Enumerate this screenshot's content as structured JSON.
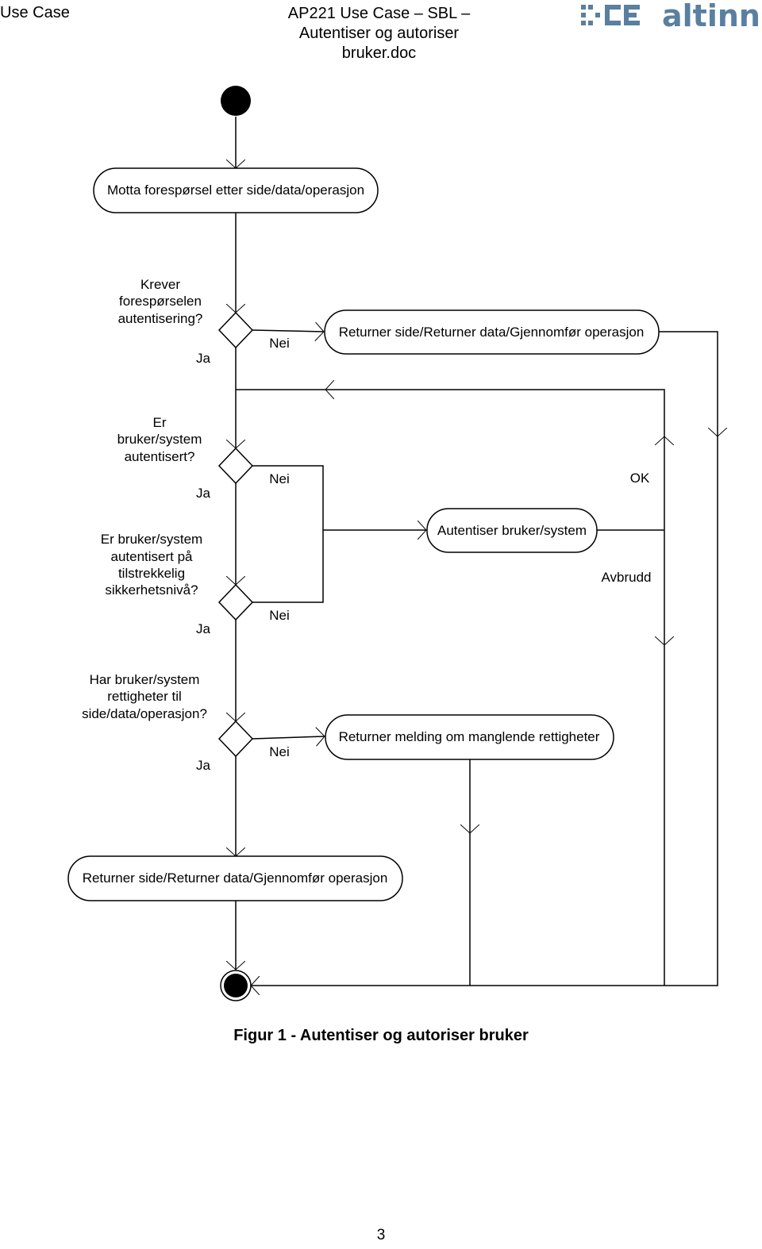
{
  "header": {
    "left": "Use Case",
    "center_lines": [
      "AP221 Use Case – SBL –",
      "Autentiser og autoriser",
      "bruker.doc"
    ],
    "logo_text": "altinn",
    "logo_color": "#5a7fa0"
  },
  "diagram": {
    "activities": [
      "Motta forespørsel etter side/data/operasjon",
      "Returner side/Returner data/Gjennomfør operasjon",
      "Autentiser bruker/system",
      "Returner melding om manglende rettigheter",
      "Returner side/Returner data/Gjennomfør operasjon"
    ],
    "decisions": [
      [
        "Krever",
        "forespørselen",
        "autentisering?"
      ],
      [
        "Er",
        "bruker/system",
        "autentisert?"
      ],
      [
        "Er bruker/system",
        "autentisert på",
        "tilstrekkelig",
        "sikkerhetsnivå?"
      ],
      [
        "Har bruker/system",
        "rettigheter til",
        "side/data/operasjon?"
      ]
    ],
    "guards": {
      "ja": "Ja",
      "nei": "Nei",
      "ok": "OK",
      "avbrudd": "Avbrudd"
    }
  },
  "caption": "Figur 1 - Autentiser og autoriser bruker",
  "page_number": "3"
}
